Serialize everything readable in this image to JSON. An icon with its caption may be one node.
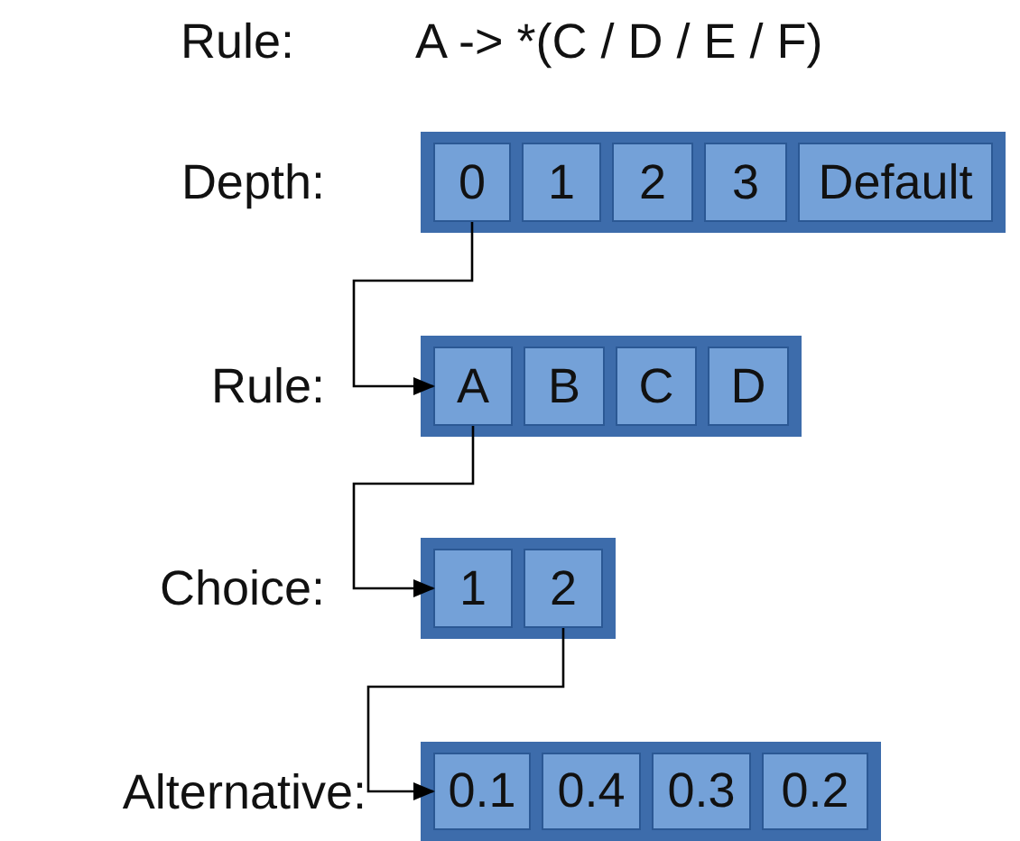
{
  "diagram": {
    "nodes": [
      {
        "text": [],
        "shape": "box",
        "beside": [
          "Depth:"
        ]
      },
      {
        "text": [
          "0"
        ],
        "in": 0
      },
      {
        "text": [
          "1"
        ],
        "in": 0
      },
      {
        "text": [
          "2"
        ],
        "in": 0
      },
      {
        "text": [
          "3"
        ],
        "in": 0
      },
      {
        "text": [
          "Default"
        ],
        "in": 0
      },
      {
        "text": [],
        "shape": "box",
        "beside": [
          "Rule:"
        ]
      },
      {
        "text": [
          "A"
        ],
        "in": 6
      },
      {
        "text": [
          "B"
        ],
        "in": 6
      },
      {
        "text": [
          "C"
        ],
        "in": 6
      },
      {
        "text": [
          "D"
        ],
        "in": 6
      },
      {
        "text": [],
        "shape": "box",
        "beside": [
          "Choice:"
        ]
      },
      {
        "text": [
          "1"
        ],
        "in": 11
      },
      {
        "text": [
          "2"
        ],
        "in": 11
      },
      {
        "text": [],
        "shape": "box",
        "beside": [
          "Alternative:"
        ]
      },
      {
        "text": [
          "0.1"
        ],
        "in": 14
      },
      {
        "text": [
          "0.4"
        ],
        "in": 14
      },
      {
        "text": [
          "0.3"
        ],
        "in": 14
      },
      {
        "text": [
          "0.2"
        ],
        "in": 14
      }
    ],
    "edges": [
      {
        "from": 1,
        "to": 7,
        "arrow": "to"
      },
      {
        "from": 7,
        "to": 12,
        "arrow": "to"
      },
      {
        "from": 13,
        "to": 15,
        "arrow": "to"
      }
    ],
    "labels": [
      "Rule:",
      "A -> *(C / D / E / F)"
    ]
  }
}
